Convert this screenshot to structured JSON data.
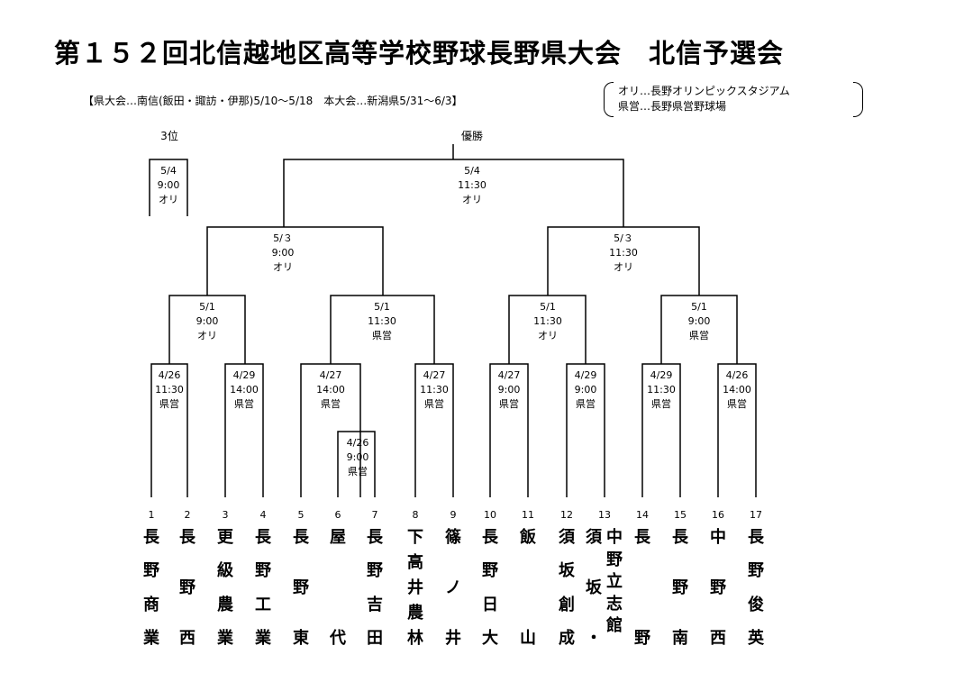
{
  "title": "第１５２回北信越地区高等学校野球長野県大会　北信予選会",
  "schedule_note": "【県大会…南信(飯田・諏訪・伊那)5/10～5/18　本大会…新潟県5/31～6/3】",
  "venues": [
    "オリ…長野オリンピックスタジアム",
    "県営…長野県営野球場"
  ],
  "headers": {
    "final": "優勝",
    "third": "3位"
  },
  "games": {
    "third": {
      "date": "5/4",
      "time": "9:00",
      "venue": "オリ"
    },
    "final": {
      "date": "5/4",
      "time": "11:30",
      "venue": "オリ"
    },
    "semi_l": {
      "date": "5/３",
      "time": "9:00",
      "venue": "オリ"
    },
    "semi_r": {
      "date": "5/３",
      "time": "11:30",
      "venue": "オリ"
    },
    "qf1": {
      "date": "5/1",
      "time": "9:00",
      "venue": "オリ"
    },
    "qf2": {
      "date": "5/1",
      "time": "11:30",
      "venue": "県営"
    },
    "qf3": {
      "date": "5/1",
      "time": "11:30",
      "venue": "オリ"
    },
    "qf4": {
      "date": "5/1",
      "time": "9:00",
      "venue": "県営"
    },
    "r1_12": {
      "date": "4/26",
      "time": "11:30",
      "venue": "県営"
    },
    "r1_34": {
      "date": "4/29",
      "time": "14:00",
      "venue": "県営"
    },
    "r1_5q": {
      "date": "4/27",
      "time": "14:00",
      "venue": "県営"
    },
    "r1_67": {
      "date": "4/26",
      "time": "9:00",
      "venue": "県営"
    },
    "r1_89": {
      "date": "4/27",
      "time": "11:30",
      "venue": "県営"
    },
    "r1_1011": {
      "date": "4/27",
      "time": "9:00",
      "venue": "県営"
    },
    "r1_1213": {
      "date": "4/29",
      "time": "9:00",
      "venue": "県営"
    },
    "r1_1415": {
      "date": "4/29",
      "time": "11:30",
      "venue": "県営"
    },
    "r1_1617": {
      "date": "4/26",
      "time": "14:00",
      "venue": "県営"
    }
  },
  "teams": [
    {
      "no": "1",
      "name": [
        "長",
        "野",
        "商",
        "業"
      ]
    },
    {
      "no": "2",
      "name": [
        "長",
        "野",
        "西"
      ]
    },
    {
      "no": "3",
      "name": [
        "更",
        "級",
        "農",
        "業"
      ]
    },
    {
      "no": "4",
      "name": [
        "長",
        "野",
        "工",
        "業"
      ]
    },
    {
      "no": "5",
      "name": [
        "長",
        "野",
        "東"
      ]
    },
    {
      "no": "6",
      "name": [
        "屋",
        "代"
      ]
    },
    {
      "no": "7",
      "name": [
        "長",
        "野",
        "吉",
        "田"
      ]
    },
    {
      "no": "8",
      "name": [
        "下",
        "高",
        "井",
        "農",
        "林"
      ]
    },
    {
      "no": "9",
      "name": [
        "篠",
        "ノ",
        "井"
      ]
    },
    {
      "no": "10",
      "name": [
        "長",
        "野",
        "日",
        "大"
      ]
    },
    {
      "no": "11",
      "name": [
        "飯",
        "山"
      ]
    },
    {
      "no": "12",
      "name": [
        "須",
        "坂",
        "創",
        "成"
      ]
    },
    {
      "no": "13",
      "name": [
        "須",
        "坂",
        "・"
      ],
      "name2": [
        "中",
        "野",
        "立",
        "志",
        "館"
      ]
    },
    {
      "no": "14",
      "name": [
        "長",
        "野"
      ]
    },
    {
      "no": "15",
      "name": [
        "長",
        "野",
        "南"
      ]
    },
    {
      "no": "16",
      "name": [
        "中",
        "野",
        "西"
      ]
    },
    {
      "no": "17",
      "name": [
        "長",
        "野",
        "俊",
        "英"
      ]
    }
  ]
}
